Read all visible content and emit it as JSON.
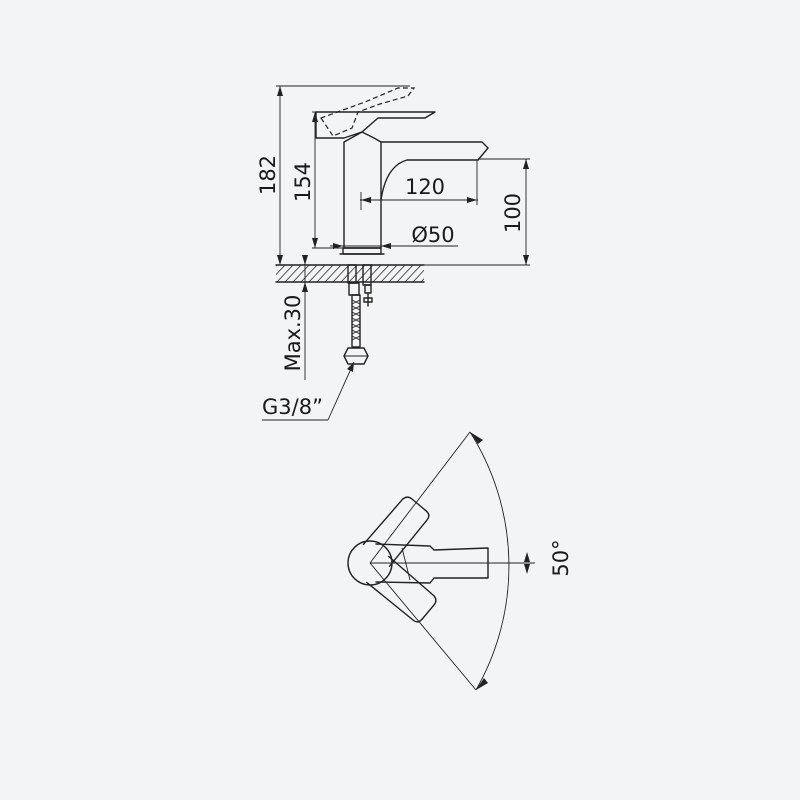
{
  "drawing": {
    "dimensions": {
      "total_height": "182",
      "spout_height": "154",
      "spout_reach": "120",
      "outlet_height": "100",
      "base_diameter": "Ø50",
      "max_deck_thickness": "Max.30",
      "connection_thread": "G3/8”",
      "handle_rotation": "50°"
    },
    "colors": {
      "background": "#f3f4f6",
      "line": "#222222"
    }
  }
}
